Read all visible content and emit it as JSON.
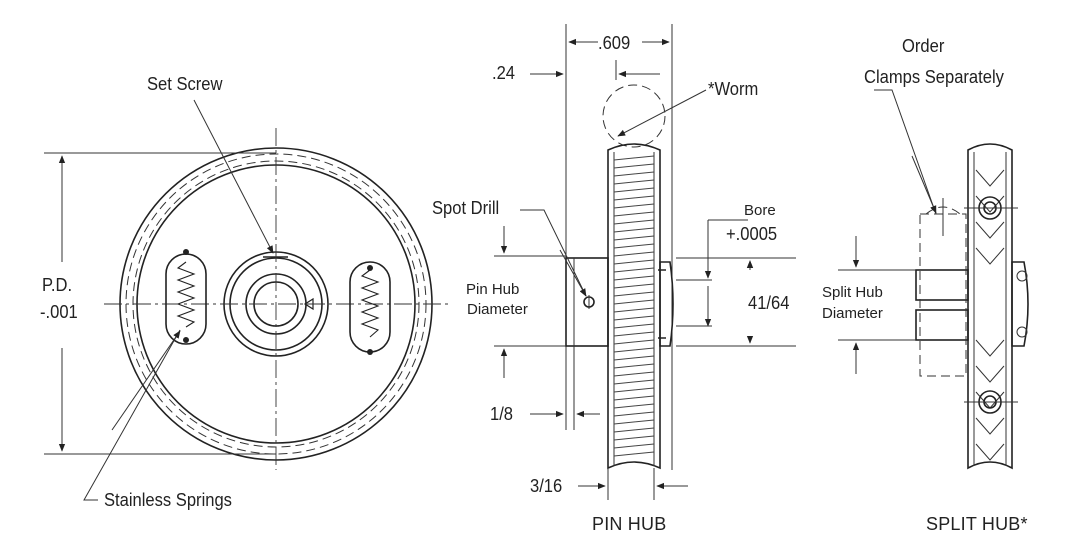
{
  "labels": {
    "set_screw": "Set Screw",
    "pd": "P.D.",
    "pd_tol": "-.001",
    "stainless_springs": "Stainless Springs",
    "dim_24": ".24",
    "dim_609": ".609",
    "worm": "*Worm",
    "spot_drill": "Spot Drill",
    "pin_hub_diameter_1": "Pin Hub",
    "pin_hub_diameter_2": "Diameter",
    "bore": "Bore",
    "bore_tol": "+.0005",
    "dim_41_64": "41/64",
    "dim_1_8": "1/8",
    "dim_3_16": "3/16",
    "pin_hub_title": "PIN HUB",
    "order_clamps_1": "Order",
    "order_clamps_2": "Clamps Separately",
    "split_hub_diameter_1": "Split Hub",
    "split_hub_diameter_2": "Diameter",
    "split_hub_title": "SPLIT HUB*"
  }
}
